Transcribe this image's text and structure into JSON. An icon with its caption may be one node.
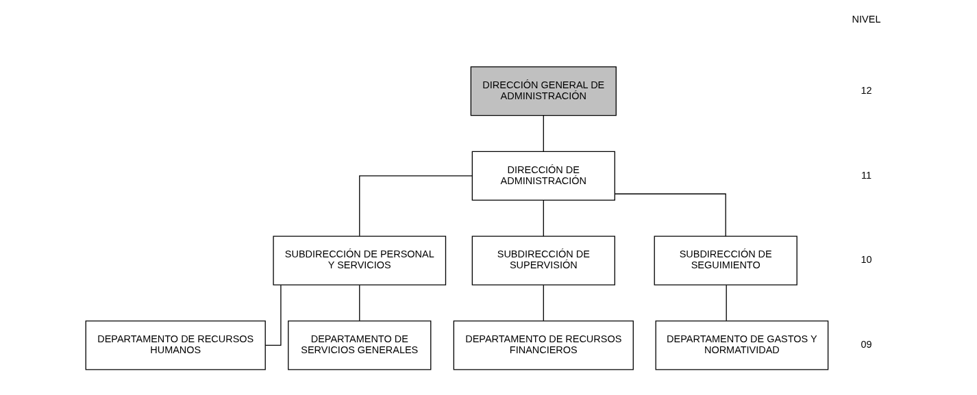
{
  "diagram": {
    "nodes": [
      {
        "text": [
          "DIRECCIÓN GENERAL DE ADMINISTRACIÓN"
        ]
      },
      {
        "text": [
          "DIRECCIÓN DE ADMINISTRACIÓN"
        ]
      },
      {
        "text": [
          "SUBDIRECCIÓN DE PERSONAL Y SERVICIOS"
        ]
      },
      {
        "text": [
          "SUBDIRECCIÓN DE SUPERVISIÓN"
        ]
      },
      {
        "text": [
          "SUBDIRECCIÓN DE SEGUIMIENTO"
        ]
      },
      {
        "text": [
          "DEPARTAMENTO DE RECURSOS HUMANOS"
        ]
      },
      {
        "text": [
          "DEPARTAMENTO DE SERVICIOS GENERALES"
        ]
      },
      {
        "text": [
          "DEPARTAMENTO DE RECURSOS FINANCIEROS"
        ]
      },
      {
        "text": [
          "DEPARTAMENTO DE GASTOS Y NORMATIVIDAD"
        ]
      }
    ],
    "edges": [
      {
        "from": 0,
        "to": 1,
        "arrow": "none"
      },
      {
        "from": 1,
        "to": 2,
        "arrow": "none"
      },
      {
        "from": 1,
        "to": 3,
        "arrow": "none"
      },
      {
        "from": 1,
        "to": 4,
        "arrow": "none"
      },
      {
        "from": 2,
        "to": 5,
        "arrow": "none"
      },
      {
        "from": 2,
        "to": 6,
        "arrow": "none"
      },
      {
        "from": 3,
        "to": 7,
        "arrow": "none"
      },
      {
        "from": 4,
        "to": 8,
        "arrow": "none"
      }
    ],
    "labels": [
      "NIVEL",
      "12",
      "11",
      "10",
      "09"
    ]
  }
}
